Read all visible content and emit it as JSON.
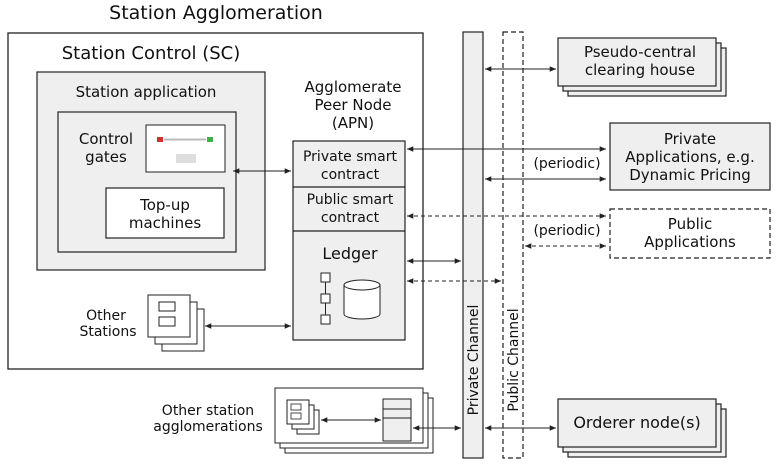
{
  "title": "Station Agglomeration",
  "station_control": {
    "title": "Station Control (SC)",
    "station_application": "Station application",
    "control_gates": [
      "Control",
      "gates"
    ],
    "topup": [
      "Top-up",
      "machines"
    ]
  },
  "apn": {
    "title": [
      "Agglomerate",
      "Peer Node",
      "(APN)"
    ],
    "private_contract": [
      "Private smart",
      "contract"
    ],
    "public_contract": [
      "Public smart",
      "contract"
    ],
    "ledger": "Ledger"
  },
  "other_stations": [
    "Other",
    "Stations"
  ],
  "other_agglomerations": [
    "Other station",
    "agglomerations"
  ],
  "channels": {
    "private": "Private Channel",
    "public": "Public Channel"
  },
  "external": {
    "clearing_house": [
      "Pseudo-central",
      "clearing house"
    ],
    "private_apps": [
      "Private",
      "Applications, e.g.",
      "Dynamic Pricing"
    ],
    "public_apps": [
      "Public",
      "Applications"
    ],
    "orderer": "Orderer node(s)",
    "periodic_private": "(periodic)",
    "periodic_public": "(periodic)"
  },
  "colors": {
    "box_fill": "#efefef",
    "stroke": "#222222",
    "red_led": "#d0312d",
    "green_led": "#3cb043"
  }
}
